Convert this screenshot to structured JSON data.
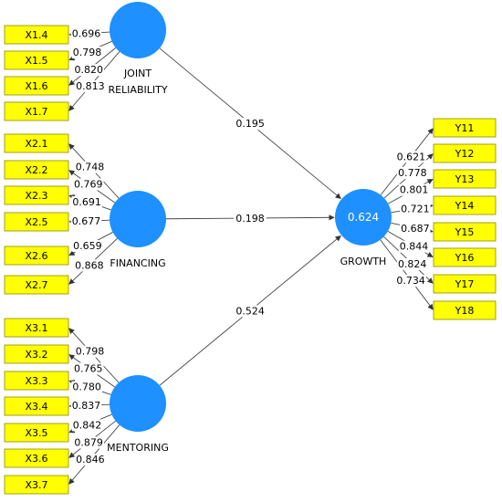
{
  "colors": {
    "latent": "#1e90ff",
    "indicator": "#ffff00",
    "edge": "#444444"
  },
  "constructs": [
    {
      "id": "jr",
      "label_lines": [
        "JOINT",
        "RELIABILITY"
      ],
      "value": ""
    },
    {
      "id": "fin",
      "label_lines": [
        "FINANCING"
      ],
      "value": ""
    },
    {
      "id": "men",
      "label_lines": [
        "MENTORING"
      ],
      "value": ""
    },
    {
      "id": "gro",
      "label_lines": [
        "GROWTH"
      ],
      "value": "0.624"
    }
  ],
  "paths": [
    {
      "from": "jr",
      "to": "gro",
      "coef": "0.195"
    },
    {
      "from": "fin",
      "to": "gro",
      "coef": "0.198"
    },
    {
      "from": "men",
      "to": "gro",
      "coef": "0.524"
    }
  ],
  "indicator_groups": [
    {
      "construct": "jr",
      "indicators": [
        "X1.4",
        "X1.5",
        "X1.6",
        "X1.7"
      ],
      "loadings": [
        "0.696",
        "0.798",
        "0.820",
        "0.813"
      ]
    },
    {
      "construct": "fin",
      "indicators": [
        "X2.1",
        "X2.2",
        "X2.3",
        "X2.5",
        "X2.6",
        "X2.7"
      ],
      "loadings": [
        "0.748",
        "0.769",
        "0.691",
        "0.677",
        "0.659",
        "0.868"
      ]
    },
    {
      "construct": "men",
      "indicators": [
        "X3.1",
        "X3.2",
        "X3.3",
        "X3.4",
        "X3.5",
        "X3.6",
        "X3.7"
      ],
      "loadings": [
        "0.798",
        "0.765",
        "0.780",
        "0.837",
        "0.842",
        "0.879",
        "0.846"
      ]
    },
    {
      "construct": "gro",
      "indicators": [
        "Y11",
        "Y12",
        "Y13",
        "Y14",
        "Y15",
        "Y16",
        "Y17",
        "Y18"
      ],
      "loadings": [
        "0.621",
        "0.778",
        "0.801",
        "0.721",
        "0.687",
        "0.844",
        "0.824",
        "0.734"
      ]
    }
  ]
}
